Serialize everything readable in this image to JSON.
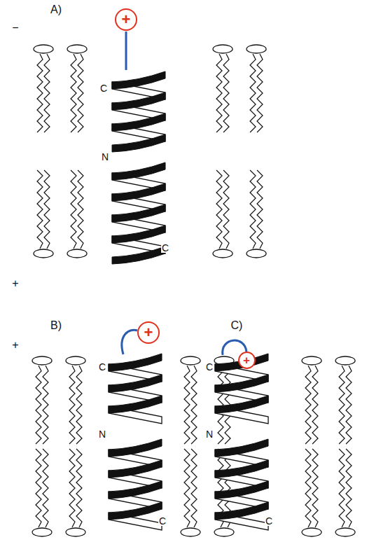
{
  "diagram": {
    "nodes": [
      {
        "text": [
          "+"
        ]
      },
      {
        "text": [
          "+"
        ]
      },
      {
        "text": [
          "+"
        ]
      }
    ],
    "labels": [
      "−",
      "A)",
      "C",
      "N",
      "C",
      "+",
      "+",
      "B)",
      "C)",
      "C",
      "N",
      "C",
      "C",
      "N",
      "C"
    ]
  }
}
